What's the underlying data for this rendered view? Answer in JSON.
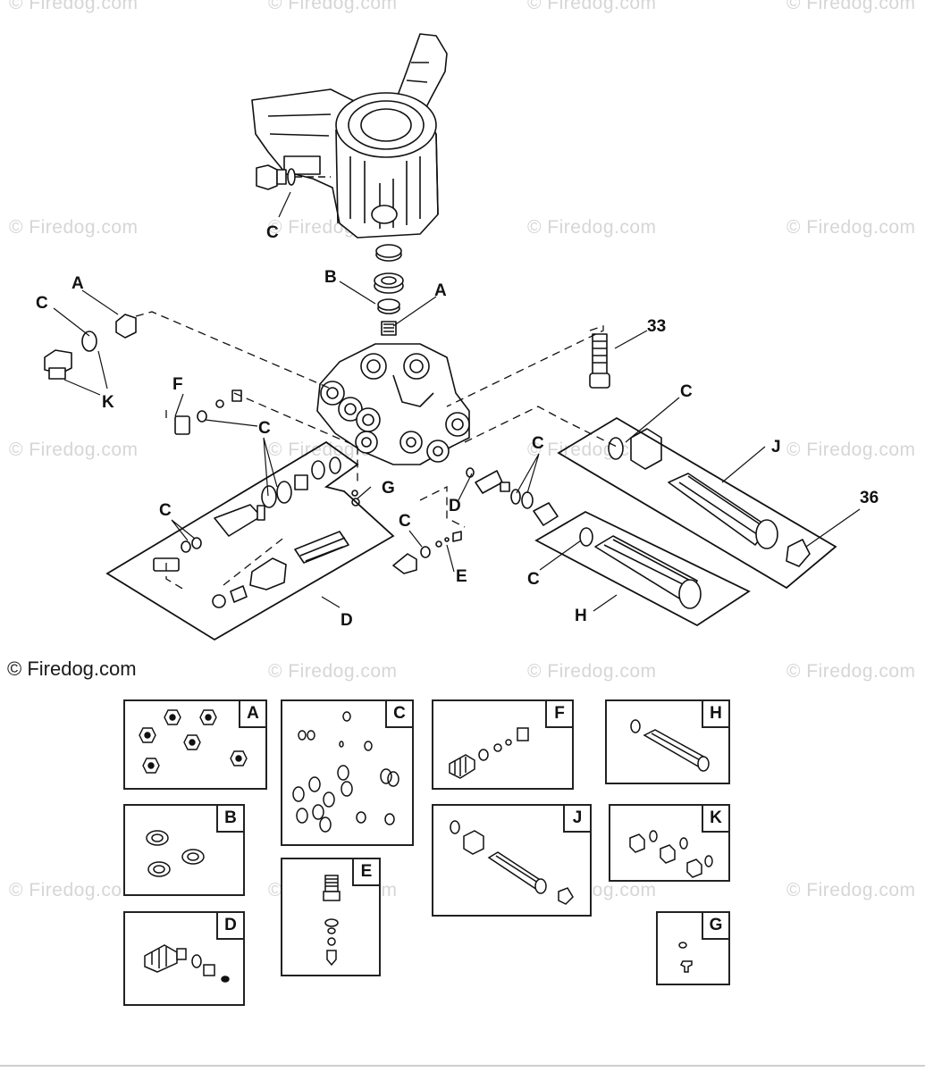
{
  "watermark": "© Firedog.com",
  "copyright": "© Firedog.com",
  "callouts": {
    "c_top": "C",
    "b": "B",
    "a_center": "A",
    "a_left": "A",
    "c_left": "C",
    "k": "K",
    "f": "F",
    "c_mid": "C",
    "g": "G",
    "c_lower": "C",
    "d_left": "D",
    "c_e": "C",
    "e": "E",
    "d_right": "D",
    "c_right_top": "C",
    "c_j": "C",
    "j": "J",
    "n33": "33",
    "n36": "36",
    "c_h": "C",
    "h": "H"
  },
  "kits": {
    "a": "A",
    "b": "B",
    "c": "C",
    "d": "D",
    "e": "E",
    "f": "F",
    "g": "G",
    "h": "H",
    "j": "J",
    "k": "K"
  }
}
